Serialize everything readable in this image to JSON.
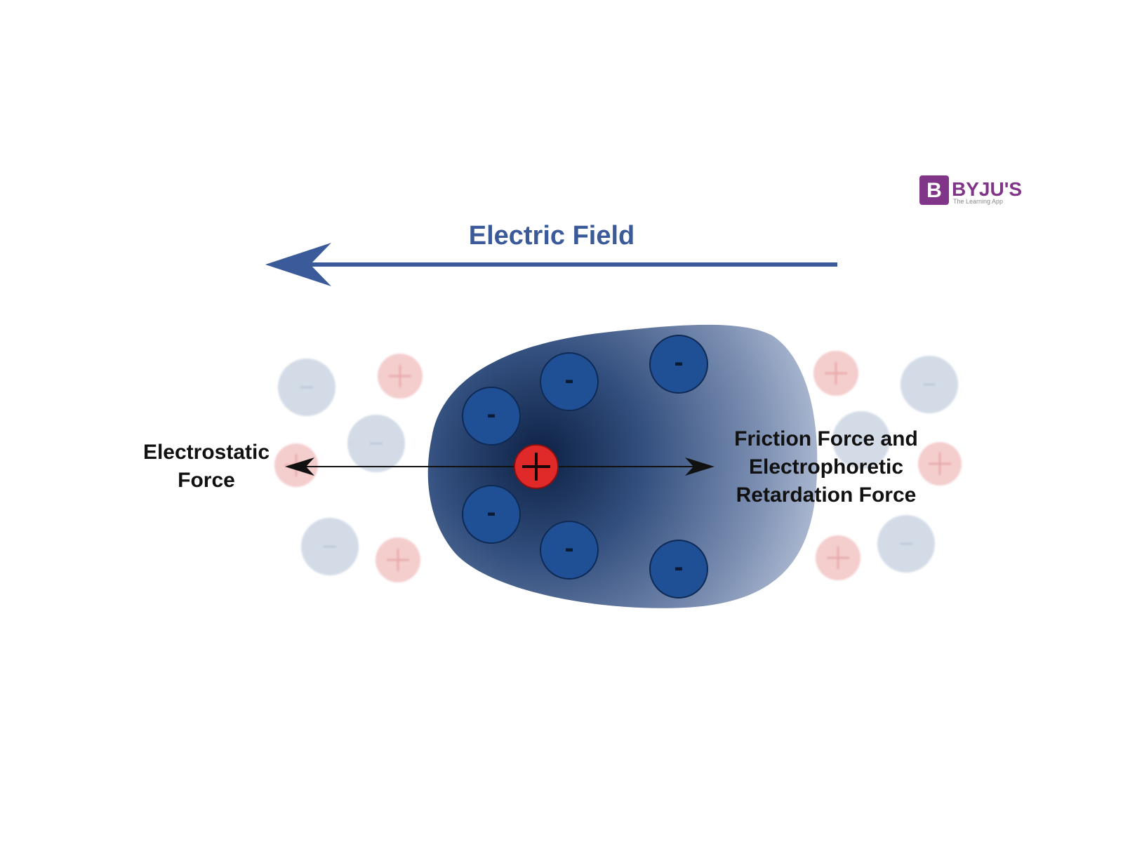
{
  "logo": {
    "brand": "BYJU'S",
    "tagline": "The Learning App",
    "initial": "B",
    "color": "#813588"
  },
  "field": {
    "label": "Electric Field",
    "color": "#3a5a9a"
  },
  "forces": {
    "left_line1": "Electrostatic",
    "left_line2": "Force",
    "right_line1": "Friction Force and",
    "right_line2": "Electrophoretic",
    "right_line3": "Retardation Force"
  },
  "charges": {
    "negative_sign": "-",
    "positive_sign": "+",
    "cloud_negative_count": 6,
    "background_negative_count": 6,
    "background_positive_count": 6
  },
  "colors": {
    "negative_ion": "#1f4f94",
    "positive_ion": "#e02a2a",
    "faded_negative": "#d3dbe7",
    "faded_positive": "#f4cdcd",
    "force_text": "#111111"
  }
}
